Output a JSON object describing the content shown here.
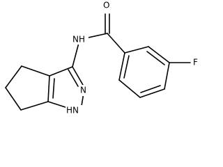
{
  "molecule": {
    "atoms": {
      "O": "O",
      "NH": "NH",
      "F": "F",
      "N": "N",
      "HN": "HN"
    }
  },
  "colors": {
    "bond": "#000000",
    "background": "#ffffff"
  }
}
